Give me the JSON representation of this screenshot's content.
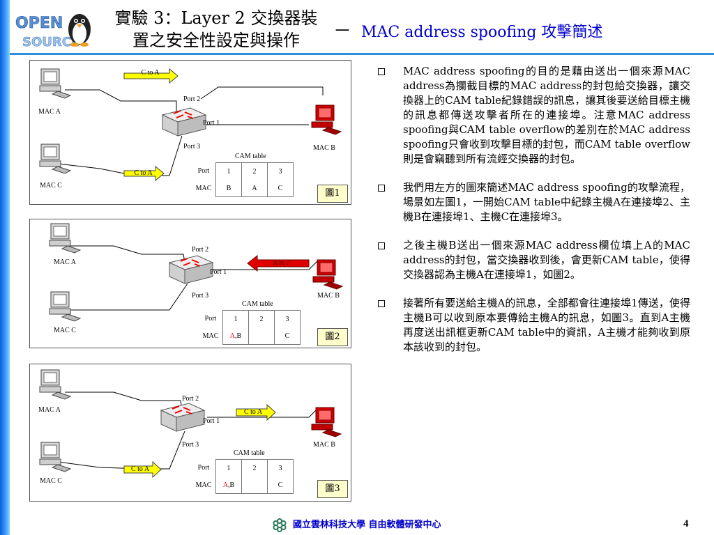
{
  "title": {
    "main_line1": "實驗 3：Layer 2 交換器裝",
    "main_line2": "置之安全性設定與操作",
    "dash": "－",
    "sub": "MAC address spoofing 攻擊簡述"
  },
  "logo": {
    "text": "OPEN SOURCE"
  },
  "figures": [
    {
      "label": "圖1",
      "mac_a": "MAC A",
      "mac_b": "MAC B",
      "mac_c": "MAC C",
      "port1": "Port 1",
      "port2": "Port 2",
      "port3": "Port 3",
      "arrow_top": "C to A",
      "arrow_bottom": "C to A",
      "cam": {
        "title": "CAM table",
        "row1_label": "Port",
        "row2_label": "MAC",
        "ports": [
          "1",
          "2",
          "3"
        ],
        "macs": [
          "B",
          "A",
          "C"
        ]
      }
    },
    {
      "label": "圖2",
      "mac_a": "MAC A",
      "mac_b": "MAC B",
      "mac_c": "MAC C",
      "port1": "Port 1",
      "port2": "Port 2",
      "port3": "Port 3",
      "arrow_mid": "A to ?",
      "cam": {
        "title": "CAM table",
        "row1_label": "Port",
        "row2_label": "MAC",
        "ports": [
          "1",
          "2",
          "3"
        ],
        "mac1_red": "A",
        "mac1_rest": ",B",
        "mac2": "",
        "mac3": "C"
      }
    },
    {
      "label": "圖3",
      "mac_a": "MAC A",
      "mac_b": "MAC B",
      "mac_c": "MAC C",
      "port1": "Port 1",
      "port2": "Port 2",
      "port3": "Port 3",
      "arrow_mid": "C to A",
      "arrow_bottom": "C to A",
      "cam": {
        "title": "CAM table",
        "row1_label": "Port",
        "row2_label": "MAC",
        "ports": [
          "1",
          "2",
          "3"
        ],
        "mac1_red": "A",
        "mac1_rest": ",B",
        "mac2": "",
        "mac3": "C"
      }
    }
  ],
  "bullets": [
    "MAC address spoofing的目的是藉由送出一個來源MAC address為攔截目標的MAC address的封包給交換器，讓交換器上的CAM table紀錄錯誤的訊息，讓其後要送給目標主機的訊息都傳送攻擊者所在的連接埠。注意MAC address spoofing與CAM table overflow的差別在於MAC address spoofing只會收到攻擊目標的封包，而CAM table overflow則是會竊聽到所有流經交換器的封包。",
    "我們用左方的圖來簡述MAC address spoofing的攻擊流程，場景如左圖1，一開始CAM table中紀錄主機A在連接埠2、主機B在連接埠1、主機C在連接埠3。",
    "之後主機B送出一個來源MAC address欄位填上A的MAC address的封包，當交換器收到後，會更新CAM table，使得交換器認為主機A在連接埠1，如圖2。",
    "接著所有要送給主機A的訊息，全部都會往連接埠1傳送，使得主機B可以收到原本要傳給主機A的訊息，如圖3。直到A主機再度送出訊框更新CAM table中的資訊，A主機才能夠收到原本該收到的封包。"
  ],
  "footer": {
    "text": "國立雲林科技大學 自由軟體研發中心",
    "page": "4"
  },
  "colors": {
    "accent_blue": "#0000cc",
    "rule": "#2d8ee0",
    "arrow_yellow": "#ffff00",
    "arrow_red": "#e00000",
    "attacker_red": "#d00000"
  }
}
